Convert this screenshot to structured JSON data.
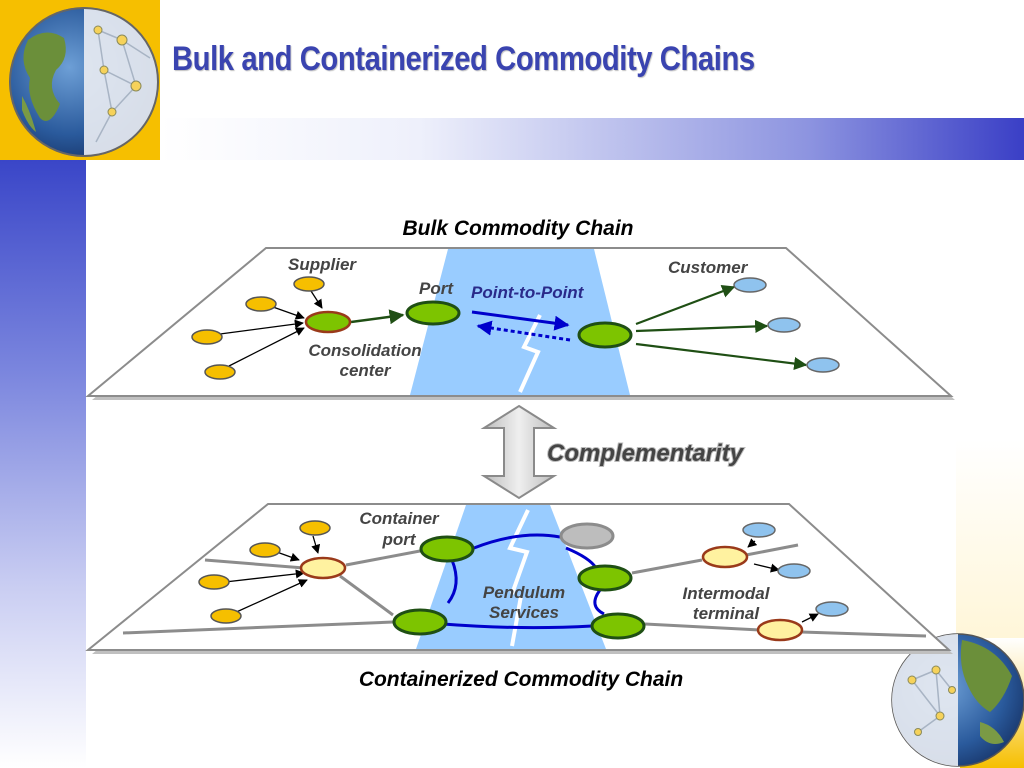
{
  "title": "Bulk and Containerized Commodity Chains",
  "bulk": {
    "heading": "Bulk Commodity Chain",
    "supplier": "Supplier",
    "port": "Port",
    "point_to_point": "Point-to-Point",
    "customer": "Customer",
    "consolidation_line1": "Consolidation",
    "consolidation_line2": "center"
  },
  "complementarity": "Complementarity",
  "container": {
    "heading": "Containerized Commodity Chain",
    "port_line1": "Container",
    "port_line2": "port",
    "pendulum_line1": "Pendulum",
    "pendulum_line2": "Services",
    "intermodal_line1": "Intermodal",
    "intermodal_line2": "terminal"
  },
  "colors": {
    "title": "#3a44b0",
    "water": "#99ccff",
    "supplier_node": "#f6bf00",
    "port_node": "#7dc400",
    "customer_node": "#8fc3ee",
    "terminal_node": "#fff2a0",
    "route": "#0000cc"
  },
  "icons": [
    "globe-icon"
  ]
}
